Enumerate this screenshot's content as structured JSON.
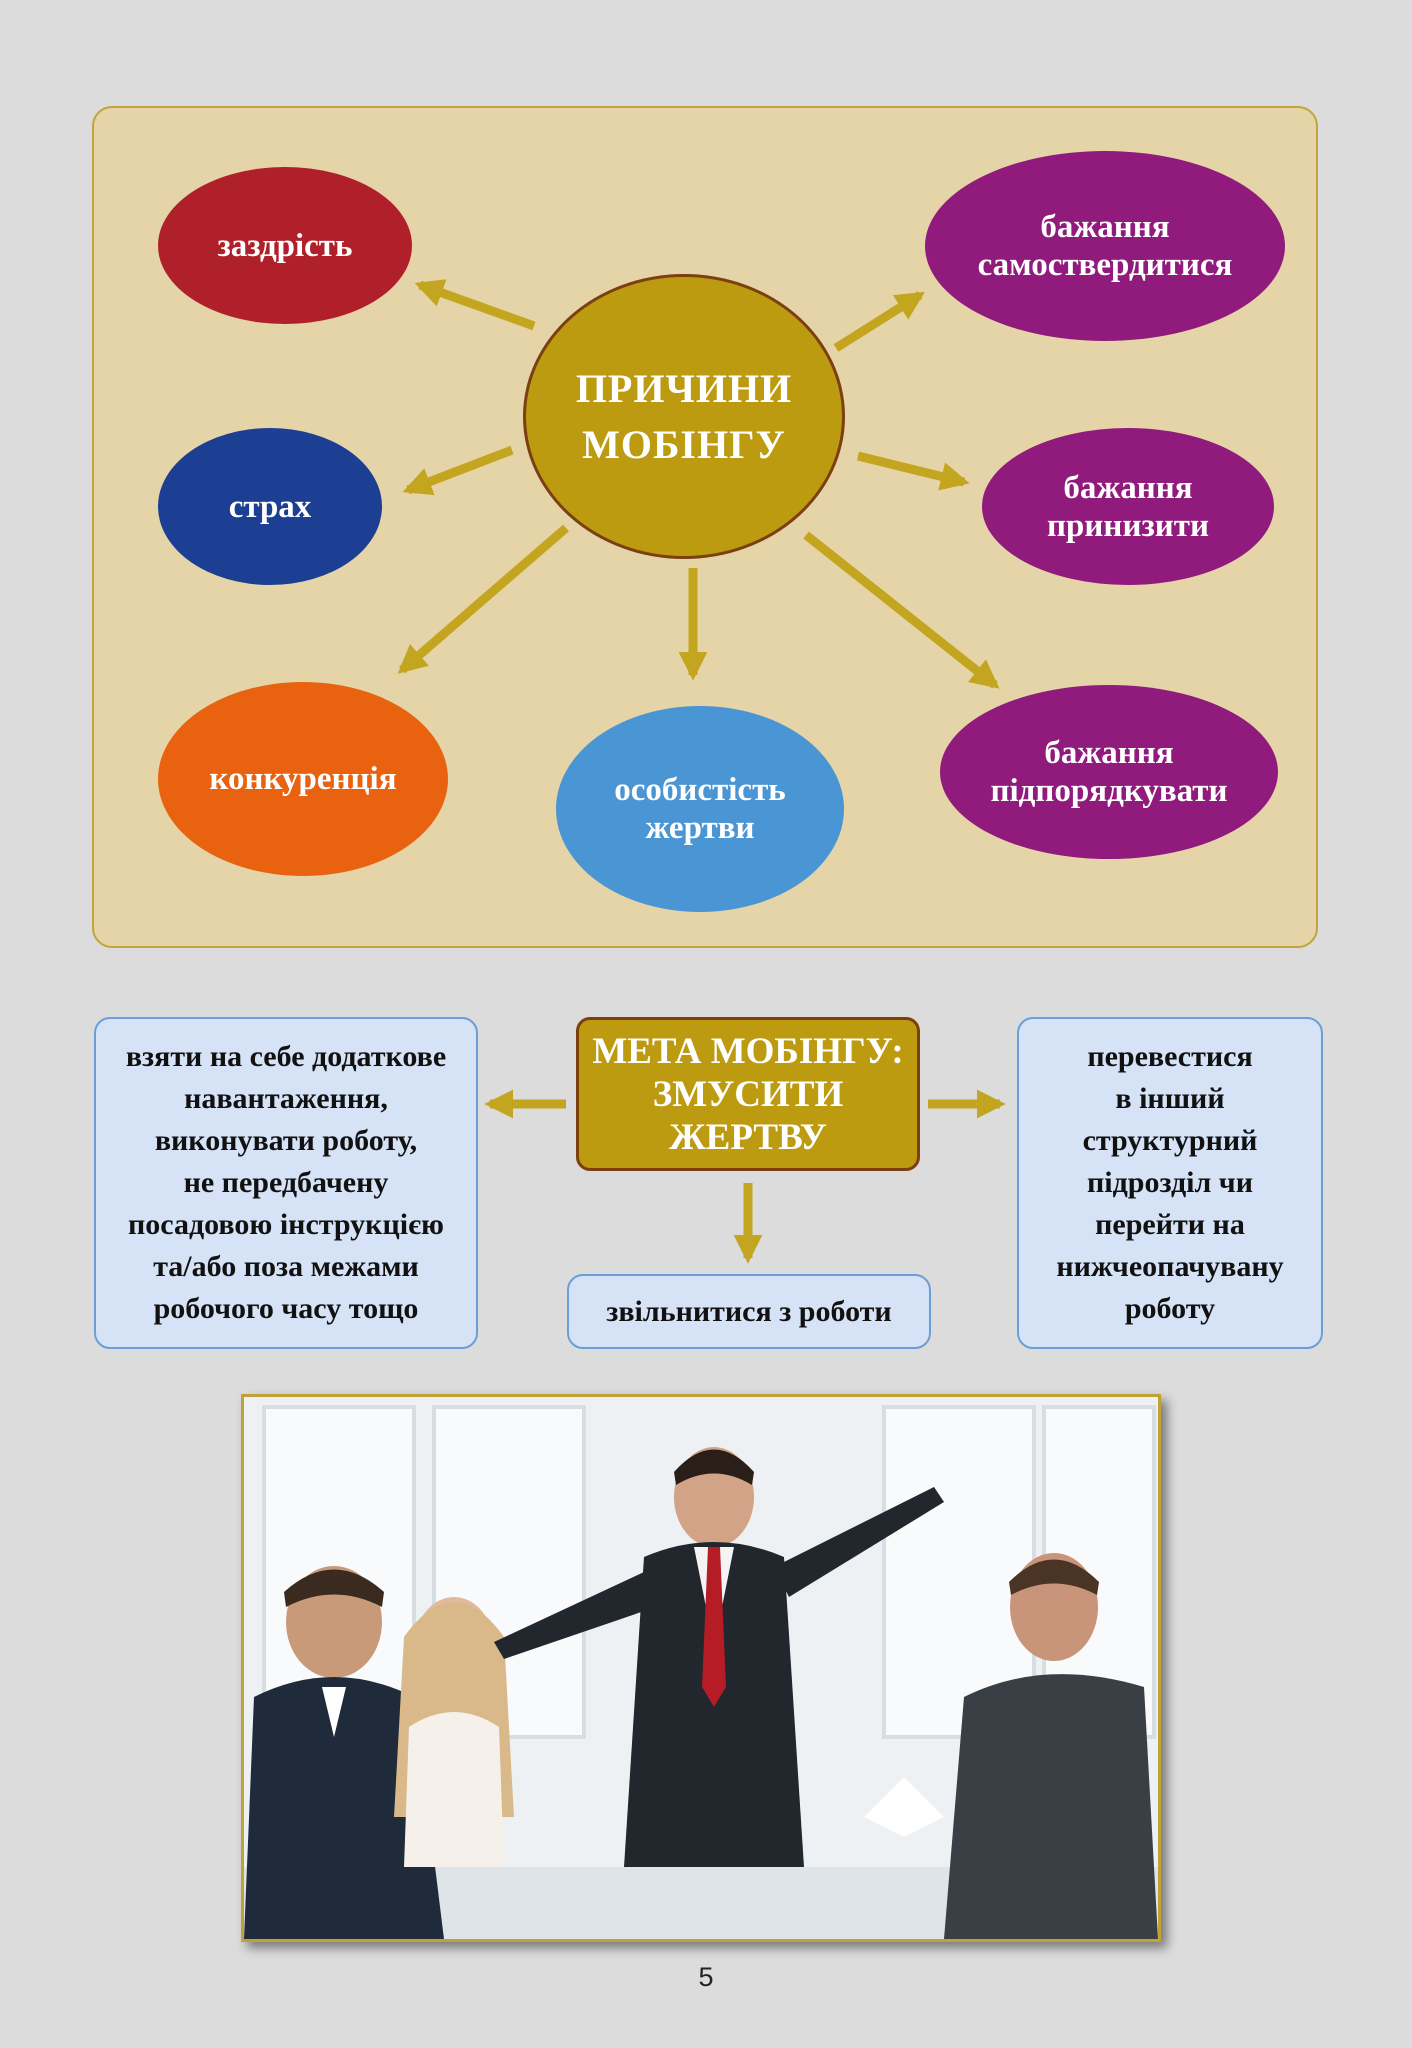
{
  "causes_diagram": {
    "center_label": "ПРИЧИНИ\nМОБІНГУ",
    "causes": [
      {
        "id": "envy",
        "label": "заздрість",
        "color": "#b0202a"
      },
      {
        "id": "fear",
        "label": "страх",
        "color": "#1c3f94"
      },
      {
        "id": "competition",
        "label": "конкуренція",
        "color": "#e8620f"
      },
      {
        "id": "victim",
        "label": "особистість\nжертви",
        "color": "#4a95d4"
      },
      {
        "id": "self_assert",
        "label": "бажання\nсамоствердитися",
        "color": "#911b7c"
      },
      {
        "id": "humiliate",
        "label": "бажання\nпринизити",
        "color": "#911b7c"
      },
      {
        "id": "subordinate",
        "label": "бажання\nпідпорядкувати",
        "color": "#911b7c"
      }
    ],
    "arrow_color": "#c4a520"
  },
  "goal_diagram": {
    "center_label": "МЕТА МОБІНГУ:\nЗМУСИТИ\nЖЕРТВУ",
    "left_box": "взяти на себе додаткове\nнавантаження,\nвиконувати роботу,\nне передбачену\nпосадовою інструкцією\nта/або поза межами\nробочого часу тощо",
    "bottom_box": "звільнитися з роботи",
    "right_box": "перевестися\nв інший\nструктурний\nпідрозділ чи\nперейти на\nнижчеопачувану\nроботу"
  },
  "page_number": "5"
}
